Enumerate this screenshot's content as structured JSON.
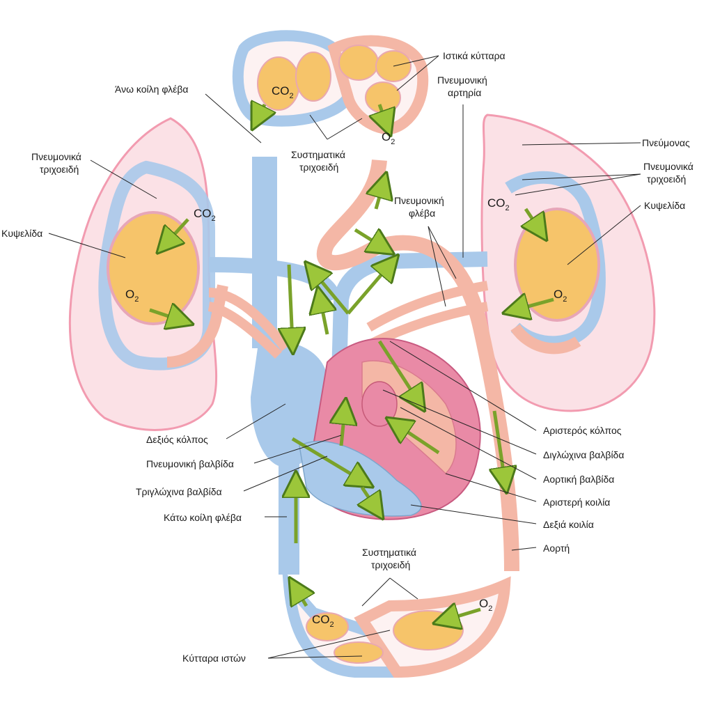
{
  "labels": {
    "muscle_cells": "Ιστικά κύτταρα",
    "pulmonary_artery_1": "Πνευμονική",
    "pulmonary_artery_2": "αρτηρία",
    "superior_vena_cava": "Άνω κοίλη φλέβα",
    "systemic_capillaries_top_1": "Συστηματικά",
    "systemic_capillaries_top_2": "τριχοειδή",
    "lung": "Πνεύμονας",
    "pulmonary_capillaries_left_1": "Πνευμονικά",
    "pulmonary_capillaries_left_2": "τριχοειδή",
    "pulmonary_capillaries_right_1": "Πνευμονικά",
    "pulmonary_capillaries_right_2": "τριχοειδή",
    "alveolus_left": "Κυψελίδα",
    "alveolus_right": "Κυψελίδα",
    "pulmonary_vein_1": "Πνευμονική",
    "pulmonary_vein_2": "φλέβα",
    "right_atrium": "Δεξιός κόλπος",
    "pulmonary_valve": "Πνευμονική βαλβίδα",
    "tricuspid_valve": "Τριγλώχινα βαλβίδα",
    "inferior_vena_cava": "Κάτω κοίλη φλέβα",
    "left_atrium": "Αριστερός κόλπος",
    "mitral_valve": "Διγλώχινα βαλβίδα",
    "aortic_valve": "Αορτική βαλβίδα",
    "left_ventricle": "Αριστερή κοιλία",
    "right_ventricle": "Δεξιά κοιλία",
    "aorta": "Αορτή",
    "systemic_capillaries_bottom_1": "Συστηματικά",
    "systemic_capillaries_bottom_2": "τριχοειδή",
    "tissue_cells": "Κύτταρα ιστών"
  },
  "gases": {
    "co2_main": "CO",
    "co2_sub": "2",
    "o2_main": "O",
    "o2_sub": "2"
  },
  "colors": {
    "deoxygenated": "#a9c9ea",
    "oxygenated": "#f4b7a6",
    "lung": "#fbe1e6",
    "alveolus": "#f6c46a",
    "heart": "#e98aa6",
    "arrow": "#a6cf3a"
  }
}
